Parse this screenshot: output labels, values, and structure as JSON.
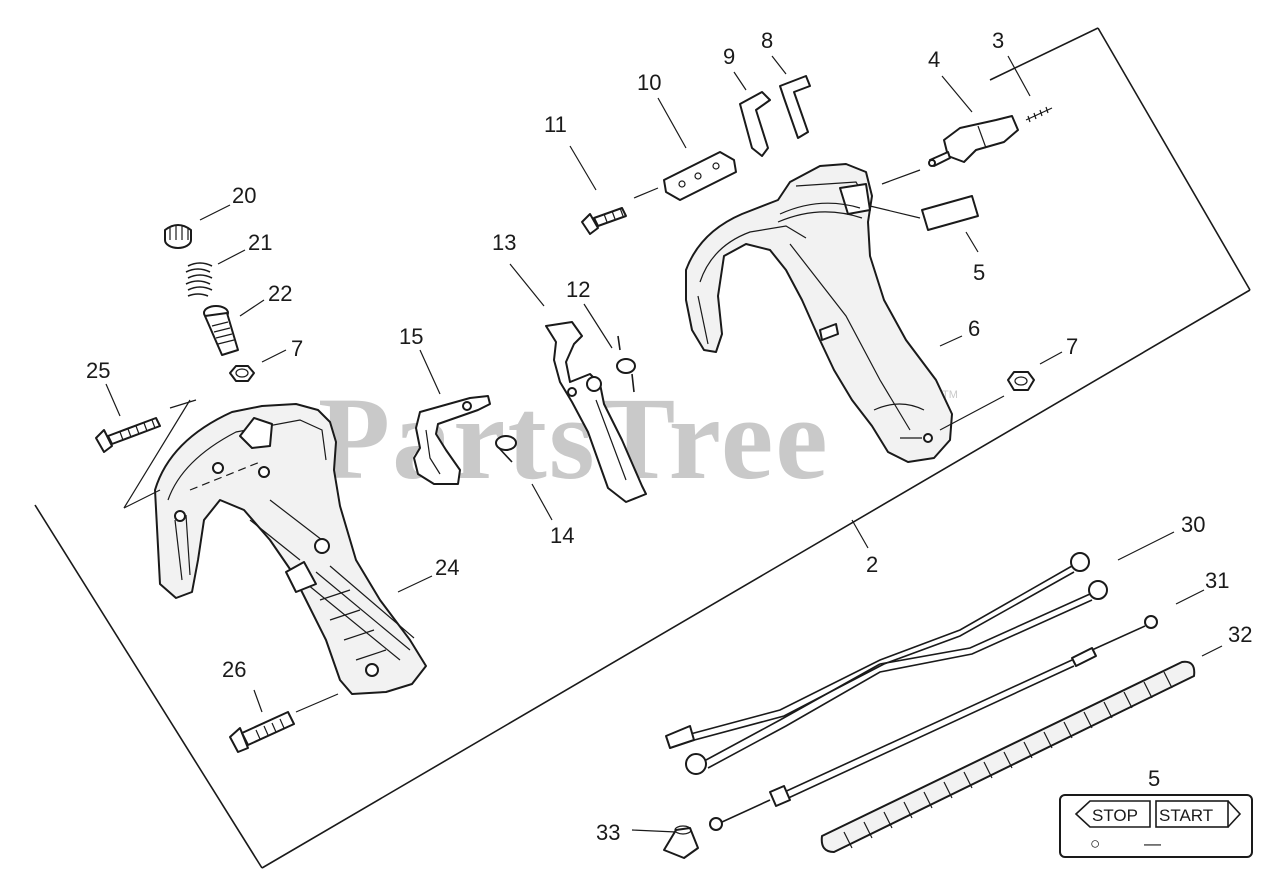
{
  "watermark": {
    "text": "PartsTree",
    "trademark": "TM"
  },
  "callouts": {
    "c2": "2",
    "c3": "3",
    "c4": "4",
    "c5a": "5",
    "c5b": "5",
    "c6": "6",
    "c7a": "7",
    "c7b": "7",
    "c8": "8",
    "c9": "9",
    "c10": "10",
    "c11": "11",
    "c12": "12",
    "c13": "13",
    "c14": "14",
    "c15": "15",
    "c20": "20",
    "c21": "21",
    "c22": "22",
    "c24": "24",
    "c25": "25",
    "c26": "26",
    "c30": "30",
    "c31": "31",
    "c32": "32",
    "c33": "33"
  },
  "decal": {
    "stop": "STOP",
    "start": "START",
    "off_symbol": "○",
    "on_symbol": "—"
  }
}
